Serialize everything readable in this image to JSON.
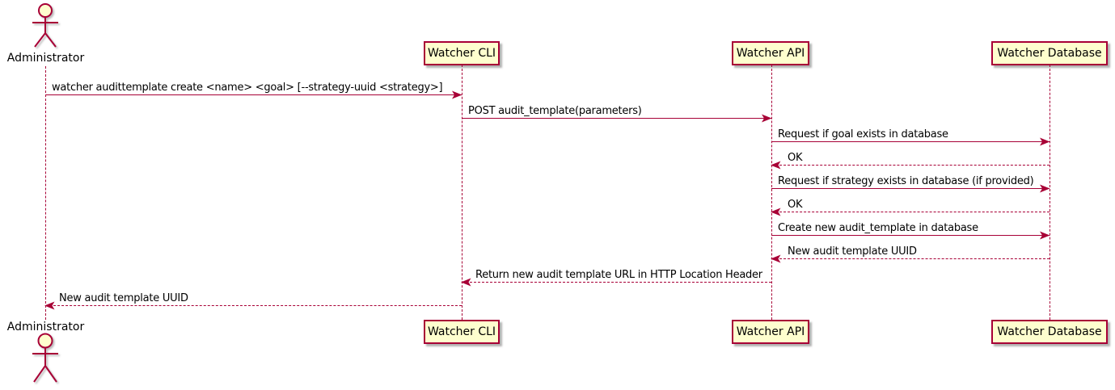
{
  "colors": {
    "accent": "#A80036",
    "participant_fill": "#FEFECE",
    "text": "#000000"
  },
  "actor": {
    "name": "Administrator"
  },
  "participants": [
    {
      "name": "Watcher CLI"
    },
    {
      "name": "Watcher API"
    },
    {
      "name": "Watcher Database"
    }
  ],
  "messages": [
    {
      "from": "Administrator",
      "to": "Watcher CLI",
      "style": "solid",
      "label": "watcher audittemplate create <name> <goal> [--strategy-uuid <strategy>]"
    },
    {
      "from": "Watcher CLI",
      "to": "Watcher API",
      "style": "solid",
      "label": "POST audit_template(parameters)"
    },
    {
      "from": "Watcher API",
      "to": "Watcher Database",
      "style": "solid",
      "label": "Request if goal exists in database"
    },
    {
      "from": "Watcher Database",
      "to": "Watcher API",
      "style": "dashed",
      "label": "OK"
    },
    {
      "from": "Watcher API",
      "to": "Watcher Database",
      "style": "solid",
      "label": "Request if strategy exists in database (if provided)"
    },
    {
      "from": "Watcher Database",
      "to": "Watcher API",
      "style": "dashed",
      "label": "OK"
    },
    {
      "from": "Watcher API",
      "to": "Watcher Database",
      "style": "solid",
      "label": "Create new audit_template in database"
    },
    {
      "from": "Watcher Database",
      "to": "Watcher API",
      "style": "dashed",
      "label": "New audit template UUID"
    },
    {
      "from": "Watcher API",
      "to": "Watcher CLI",
      "style": "dashed",
      "label": "Return new audit template URL in HTTP Location Header"
    },
    {
      "from": "Watcher CLI",
      "to": "Administrator",
      "style": "dashed",
      "label": "New audit template UUID"
    }
  ]
}
